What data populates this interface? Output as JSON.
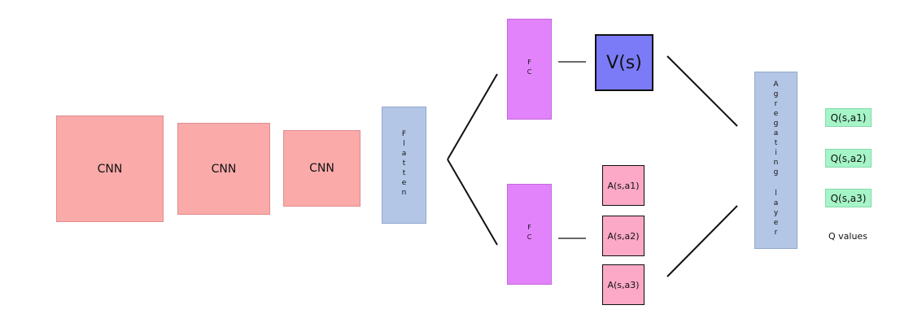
{
  "cnn_blocks": [
    "CNN",
    "CNN",
    "CNN"
  ],
  "flatten_label": "Flatten",
  "fc_labels": [
    "FC",
    "FC"
  ],
  "value_label": "V(s)",
  "advantage_labels": [
    "A(s,a1)",
    "A(s,a2)",
    "A(s,a3)"
  ],
  "aggregating_label": [
    "Agregating",
    "layer"
  ],
  "q_labels": [
    "Q(s,a1)",
    "Q(s,a2)",
    "Q(s,a3)"
  ],
  "q_caption": "Q values",
  "colors": {
    "cnn": "#fbaaaa",
    "flatten": "#b3c6e6",
    "fc": "#e383fb",
    "value": "#7b7bf8",
    "advantage": "#fba9c6",
    "aggregating": "#b3c6e6",
    "q": "#a6f5c8"
  }
}
